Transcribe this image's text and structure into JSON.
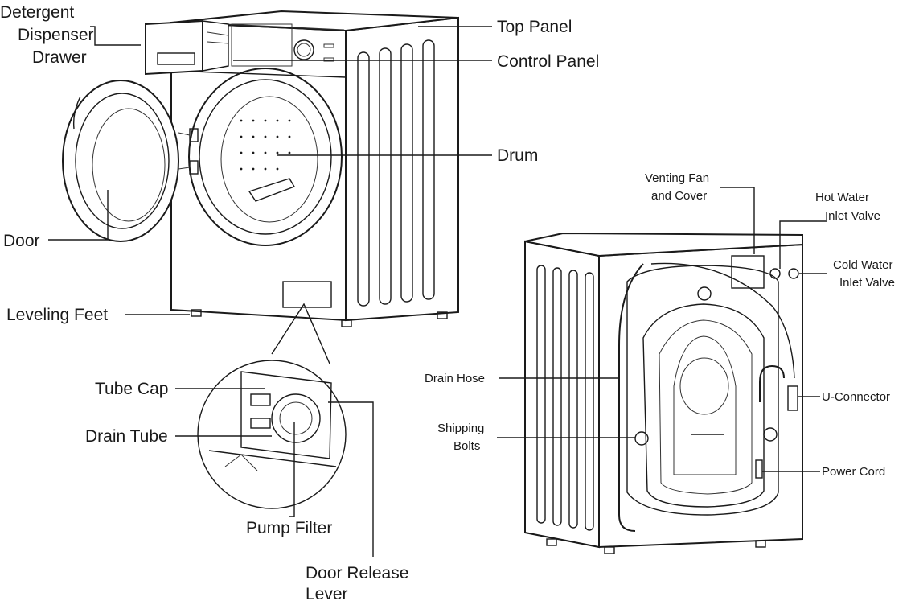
{
  "labels": {
    "detergent_dispenser_drawer": [
      "Detergent",
      "Dispenser",
      "Drawer"
    ],
    "top_panel": "Top Panel",
    "control_panel": "Control Panel",
    "drum": "Drum",
    "door": "Door",
    "leveling_feet": "Leveling Feet",
    "tube_cap": "Tube Cap",
    "drain_tube": "Drain Tube",
    "pump_filter": "Pump Filter",
    "door_release_lever": [
      "Door Release",
      "Lever"
    ],
    "venting_fan_and_cover": [
      "Venting Fan",
      "and Cover"
    ],
    "hot_water_inlet_valve": [
      "Hot Water",
      "Inlet  Valve"
    ],
    "cold_water_inlet_valve": [
      "Cold Water",
      "Inlet  Valve"
    ],
    "drain_hose": "Drain Hose",
    "u_connector": "U-Connector",
    "shipping_bolts": [
      "Shipping",
      "Bolts"
    ],
    "power_cord": "Power Cord"
  }
}
